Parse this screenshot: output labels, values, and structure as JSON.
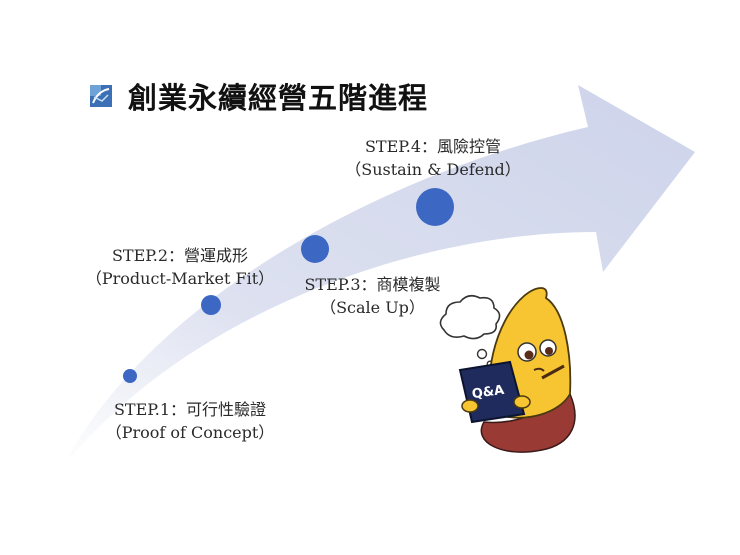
{
  "slide": {
    "title": "創業永續經營五階進程"
  },
  "steps": [
    {
      "name": "STEP.1：可行性驗證",
      "sub": "（Proof of Concept）"
    },
    {
      "name": "STEP.2：營運成形",
      "sub": "（Product-Market Fit）"
    },
    {
      "name": "STEP.3：商模複製",
      "sub": "（Scale Up）"
    },
    {
      "name": "STEP.4：風險控管",
      "sub": "（Sustain & Defend）"
    }
  ],
  "mascot": {
    "tablet_label": "Q&A"
  },
  "colors": {
    "arrow": "#d7dcee",
    "dot": "#3c68c4",
    "mascot_body": "#f7c531",
    "mascot_base": "#9a3a35",
    "tablet": "#1f2b5c"
  }
}
